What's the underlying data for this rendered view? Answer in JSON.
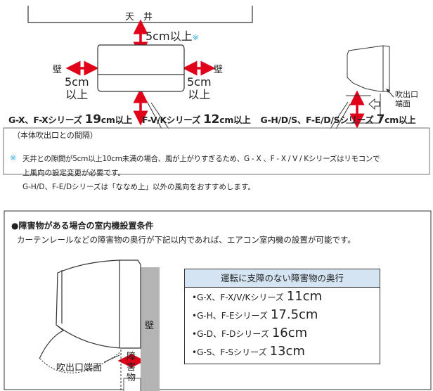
{
  "top": {
    "ceiling": "天　井",
    "top_gap": "5cm以上",
    "note_mark": "※",
    "wall_left": "壁",
    "wall_right": "壁",
    "side_gap_num": "5cm",
    "side_gap_unit": "以上",
    "outlet_label": "吹出口端面"
  },
  "clearance": {
    "items": [
      {
        "series": "G-X、F-Xシリーズ",
        "value": "19",
        "unit": "cm以上"
      },
      {
        "series": "F-V/Kシリーズ",
        "value": "12",
        "unit": "cm以上"
      },
      {
        "series": "G-H/D/S、F-E/D/Sシリーズ",
        "value": "7",
        "unit": "cm以上"
      }
    ],
    "sub": "（本体吹出口との間隔）"
  },
  "footnote": {
    "mark": "※",
    "line1": "天井との隙間が5cm以上10cm未満の場合、風が上がりすぎるため、G - X 、F - X / V / Kシリーズはリモコンで",
    "line2": "上風向の設定変更が必要です。",
    "line3": "G-H/D、F-E/Dシリーズは「ななめ上」以外の風向をおすすめします。"
  },
  "obstacle": {
    "title": "●障害物がある場合の室内機設置条件",
    "desc": "カーテンレールなどの障害物の奥行が下記以内であれば、エアコン室内機の設置が可能です。",
    "wall": "壁",
    "obstacle": "障害物",
    "outlet": "吹出口端面",
    "table": {
      "header": "運転に支障のない障害物の奥行",
      "rows": [
        {
          "series": "•G-X、F-X/V/Kシリーズ",
          "value": "11cm"
        },
        {
          "series": "•G-H、F-Eシリーズ",
          "value": "17.5cm"
        },
        {
          "series": "•G-D、F-Dシリーズ",
          "value": "16cm"
        },
        {
          "series": "•G-S、F-Sシリーズ",
          "value": "13cm"
        }
      ]
    }
  },
  "colors": {
    "arrow": "#e0001a",
    "accent": "#29a8e0",
    "wall": "#b4b4b4",
    "table_header": "#d4e4f2"
  }
}
